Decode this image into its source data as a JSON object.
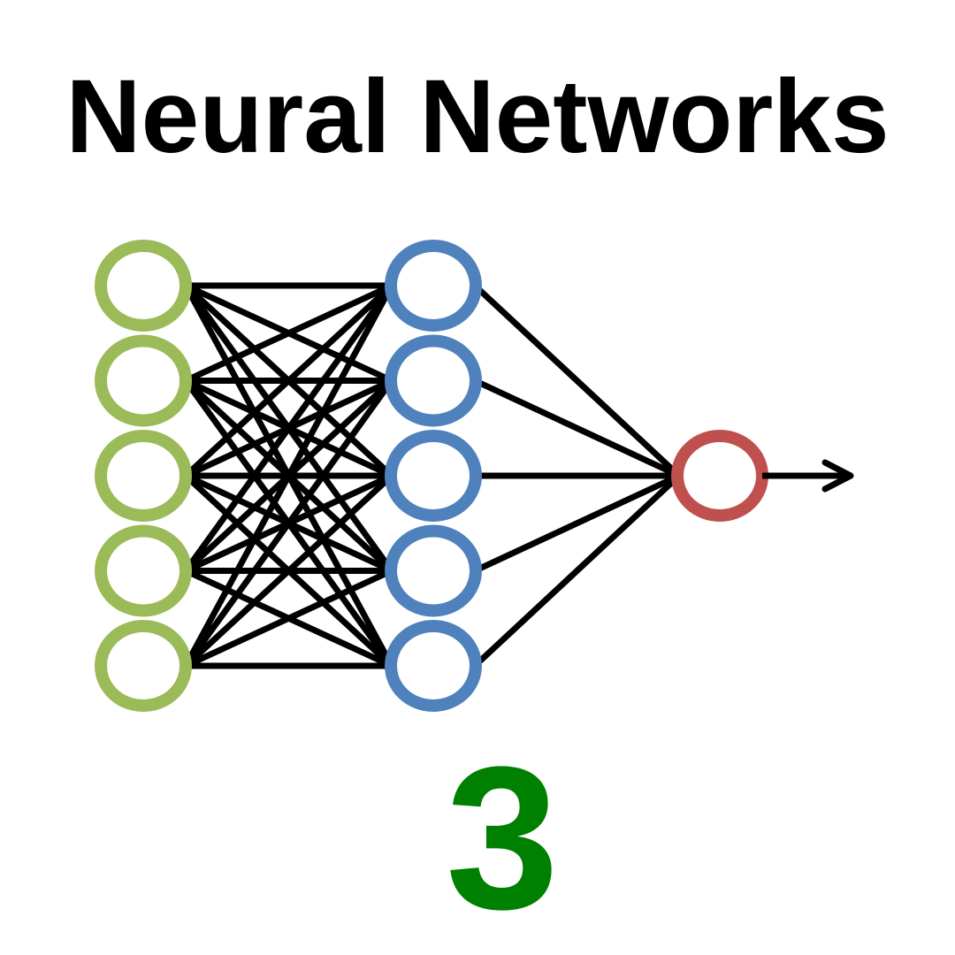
{
  "title": "Neural Networks",
  "number": "3",
  "colors": {
    "input_node": "#9bbb59",
    "hidden_node": "#4f81bd",
    "output_node": "#c0504d",
    "edge": "#000000",
    "number": "#008000"
  },
  "network": {
    "input_nodes": 5,
    "hidden_nodes": 5,
    "output_nodes": 1,
    "has_output_arrow": true
  }
}
